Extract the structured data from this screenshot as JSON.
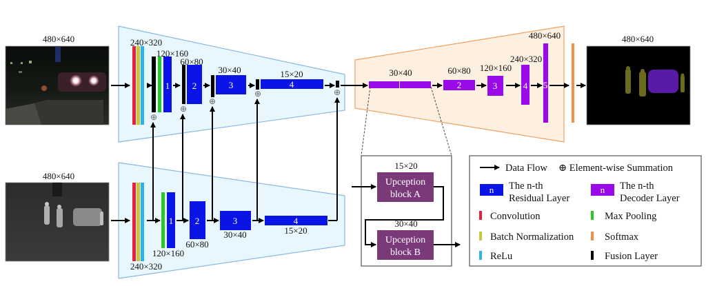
{
  "colors": {
    "convolution": "#e8213a",
    "batch_norm": "#c8c83c",
    "relu": "#2ab4e8",
    "max_pool": "#28c828",
    "softmax": "#f0904a",
    "fusion": "#000000",
    "residual": "#0a14e6",
    "decoder": "#9a0ae8",
    "upception": "#7a3a7a",
    "encoder_bg": "#e8f7fd",
    "encoder_border": "#8ab8de",
    "decoder_bg": "#fdf0e0",
    "decoder_border": "#f0a060"
  },
  "images": {
    "rgb_input": {
      "label": "480×640",
      "semantic": "rgb-night-street-photo"
    },
    "thermal_input": {
      "label": "480×640",
      "semantic": "thermal-night-street-photo"
    },
    "segmentation_output": {
      "label": "480×640",
      "semantic": "segmentation-mask"
    }
  },
  "rgb_encoder": {
    "stem_label": "240×320",
    "layers": [
      {
        "n": "1",
        "size": "120×160"
      },
      {
        "n": "2",
        "size": "60×80"
      },
      {
        "n": "3",
        "size": "30×40"
      },
      {
        "n": "4",
        "size": "15×20"
      }
    ]
  },
  "thermal_encoder": {
    "stem_label": "240×320",
    "layers": [
      {
        "n": "1",
        "size": "120×160"
      },
      {
        "n": "2",
        "size": "60×80"
      },
      {
        "n": "3",
        "size": "30×40"
      },
      {
        "n": "4",
        "size": "15×20"
      }
    ]
  },
  "decoder": {
    "layers": [
      {
        "n": "",
        "size": "30×40"
      },
      {
        "n": "2",
        "size": "60×80"
      },
      {
        "n": "3",
        "size": "120×160"
      },
      {
        "n": "4",
        "size": "240×320"
      },
      {
        "n": "5",
        "size": "480×640"
      }
    ]
  },
  "upception": {
    "block_a": {
      "line1": "Upception",
      "line2": "block A",
      "size": "15×20"
    },
    "block_b": {
      "line1": "Upception",
      "line2": "block B",
      "size": "30×40"
    }
  },
  "symbols": {
    "sum": "⊕",
    "n": "n"
  },
  "legend": {
    "data_flow": "Data Flow",
    "summation": "⊕ Element-wise Summation",
    "residual_line1": "The n-th",
    "residual_line2": "Residual Layer",
    "decoder_line1": "The n-th",
    "decoder_line2": "Decoder Layer",
    "convolution": "Convolution",
    "max_pooling": "Max Pooling",
    "batch_norm": "Batch Normalization",
    "softmax": "Softmax",
    "relu": "ReLu",
    "fusion": "Fusion Layer"
  }
}
